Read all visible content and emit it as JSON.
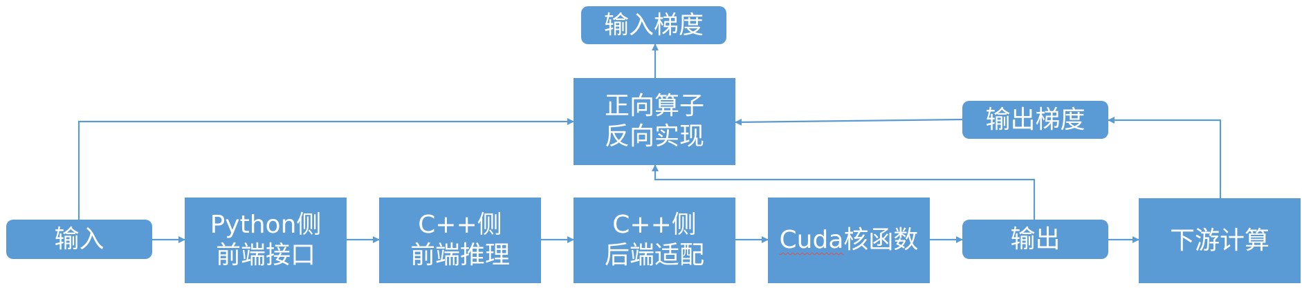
{
  "nodes": {
    "input_grad": {
      "line1": "输入梯度"
    },
    "op_backward": {
      "line1": "正向算子",
      "line2": "反向实现"
    },
    "output_grad": {
      "line1": "输出梯度"
    },
    "input": {
      "line1": "输入"
    },
    "python_frontend": {
      "line1": "Python侧",
      "line2": "前端接口"
    },
    "cpp_frontend": {
      "line1": "C++侧",
      "line2": "前端推理"
    },
    "cpp_backend": {
      "line1": "C++侧",
      "line2": "后端适配"
    },
    "cuda_kernel": {
      "line1_word": "Cuda",
      "line1_rest": "核函数"
    },
    "output": {
      "line1": "输出"
    },
    "downstream": {
      "line1": "下游计算"
    }
  },
  "colors": {
    "box_fill": "#5b9bd5",
    "text": "#ffffff",
    "line": "#5b9bd5",
    "spellcheck": "#d9534f"
  }
}
